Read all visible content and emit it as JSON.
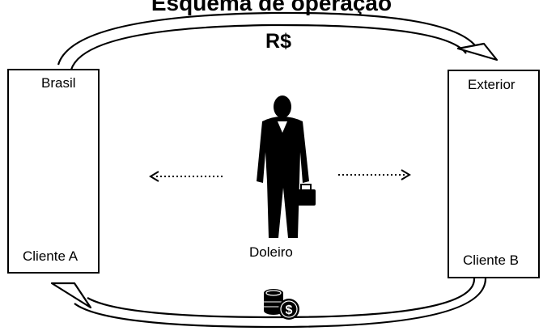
{
  "title": "Esquema de operação",
  "flows": {
    "top_currency": "R$",
    "bottom_icon": "coins-dollar-icon"
  },
  "client_a": {
    "country": "Brasil",
    "name": "Cliente A"
  },
  "intermediary": {
    "name": "Doleiro"
  },
  "client_b": {
    "country": "Exterior",
    "name": "Cliente B"
  }
}
